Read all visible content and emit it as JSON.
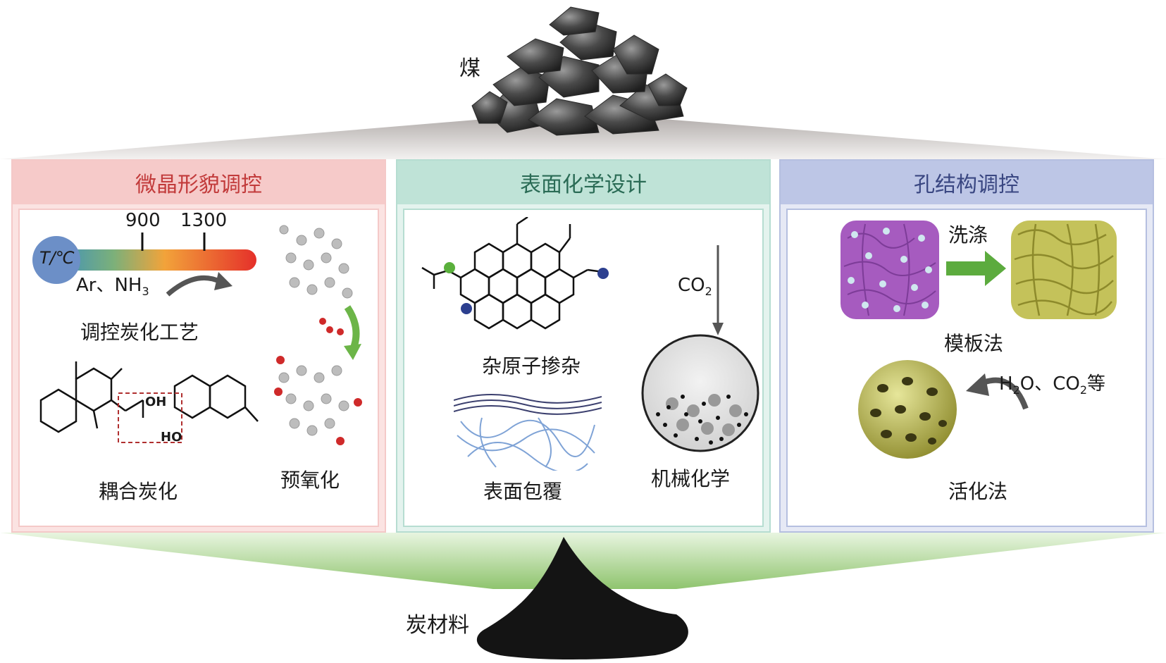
{
  "top_label": "煤",
  "bottom_label": "炭材料",
  "panels": {
    "microcrystal": {
      "title": "微晶形貌调控",
      "temp_ticks": [
        "900",
        "1300"
      ],
      "temp_symbol": "T/℃",
      "gas": "Ar、NH",
      "gas_sub": "3",
      "process_label": "调控炭化工艺",
      "coupling_label": "耦合炭化",
      "preox_label": "预氧化",
      "oh_label": "OH",
      "ho_label": "HO"
    },
    "surface": {
      "title": "表面化学设计",
      "doping_label": "杂原子掺杂",
      "coating_label": "表面包覆",
      "mech_label": "机械化学",
      "co2": "CO",
      "co2_sub": "2"
    },
    "pore": {
      "title": "孔结构调控",
      "wash_label": "洗涤",
      "template_label": "模板法",
      "activation_label": "活化法",
      "agents_h": "H",
      "agents_h_sub": "2",
      "agents_o": "O、CO",
      "agents_co_sub": "2",
      "agents_tail": "等"
    }
  },
  "colors": {
    "red_panel": "#c23b3b",
    "green_panel": "#2a6b55",
    "blue_panel": "#3a4782",
    "green_arrow": "#5cab3e",
    "purple_cube": "#a65bbf",
    "yellow_material": "#c4c25a"
  }
}
